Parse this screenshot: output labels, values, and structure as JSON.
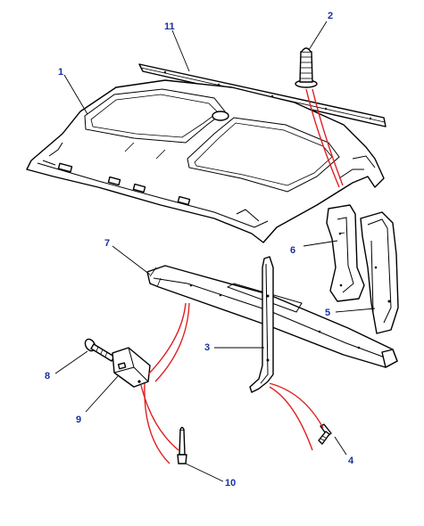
{
  "colors": {
    "callout": "#1b2fa0",
    "connector": "#e02020",
    "ink": "#000000"
  },
  "callouts": [
    {
      "id": "1",
      "part": "headlining"
    },
    {
      "id": "2",
      "part": "fastener"
    },
    {
      "id": "3",
      "part": "pillar-trim"
    },
    {
      "id": "4",
      "part": "screw"
    },
    {
      "id": "5",
      "part": "rear-pillar-trim"
    },
    {
      "id": "6",
      "part": "rear-trim-panel"
    },
    {
      "id": "7",
      "part": "side-rail-trim"
    },
    {
      "id": "8",
      "part": "bolt"
    },
    {
      "id": "9",
      "part": "bracket"
    },
    {
      "id": "10",
      "part": "stud"
    },
    {
      "id": "11",
      "part": "trim-strip"
    }
  ]
}
